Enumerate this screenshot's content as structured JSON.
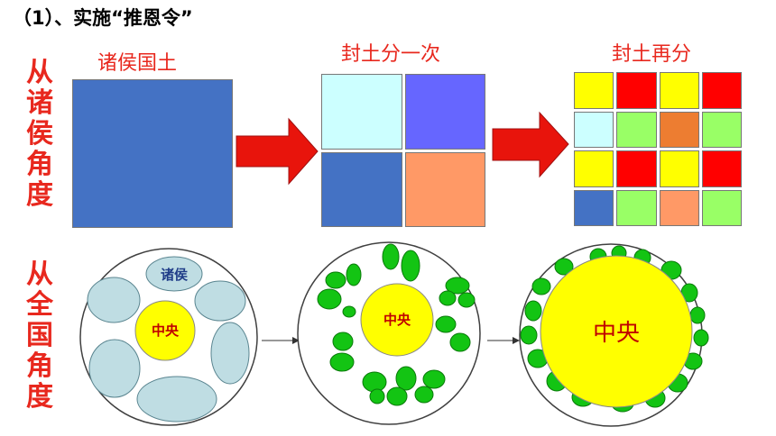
{
  "heading": "（1）、实施“推恩令”",
  "side_top": [
    "从",
    "诸",
    "侯",
    "角",
    "度"
  ],
  "side_bottom": [
    "从",
    "全",
    "国",
    "角",
    "度"
  ],
  "labels": {
    "stage1": "诸侯国土",
    "stage2": "封土分一次",
    "stage3": "封土再分"
  },
  "circle_labels": {
    "zhuhou": "诸侯",
    "center": "中央"
  },
  "colors": {
    "side_text": "#e8281e",
    "arrow": "#e8140c",
    "blue": "#4472c4",
    "light_cyan": "#ccffff",
    "purple": "#6666ff",
    "salmon": "#ff9966",
    "yellow": "#ffff00",
    "red": "#ff0000",
    "light_green": "#99ff66",
    "orange": "#ed7d31",
    "pale_blue_ellipse": "#bfdde3",
    "green_dot": "#13c413",
    "center_text": "#c00000"
  },
  "grid2": [
    "light_cyan",
    "purple",
    "blue",
    "salmon"
  ],
  "grid4": [
    "yellow",
    "red",
    "yellow",
    "red",
    "light_cyan",
    "light_green",
    "orange",
    "light_green",
    "yellow",
    "red",
    "yellow",
    "red",
    "blue",
    "light_green",
    "salmon",
    "light_green"
  ]
}
